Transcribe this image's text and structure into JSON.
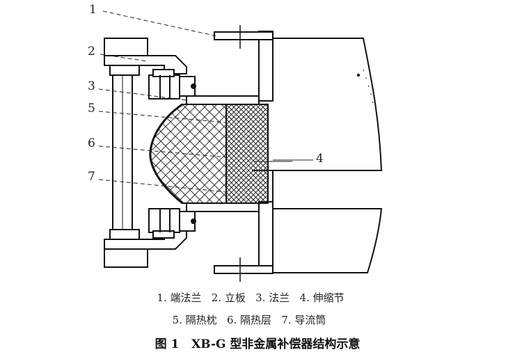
{
  "diagram": {
    "callouts": [
      "1",
      "2",
      "3",
      "5",
      "6",
      "7",
      "4"
    ]
  },
  "legend": {
    "line1": "1. 端法兰   2. 立板   3. 法兰   4. 伸缩节",
    "line2": "5. 隔热枕   6. 隔热层   7. 导流筒"
  },
  "caption": "图 1   XB-G 型非金属补偿器结构示意"
}
